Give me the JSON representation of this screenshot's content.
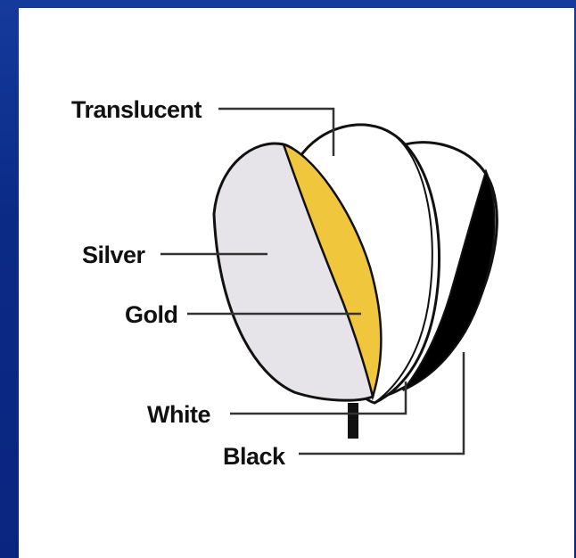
{
  "labels": {
    "translucent": "Translucent",
    "silver": "Silver",
    "gold": "Gold",
    "white": "White",
    "black": "Black"
  },
  "colors": {
    "background": "#0b2a86",
    "panel": "#ffffff",
    "silver_fill": "#e6e4e8",
    "gold_fill": "#f0c63c",
    "black_fill": "#000000",
    "outline": "#111111"
  }
}
